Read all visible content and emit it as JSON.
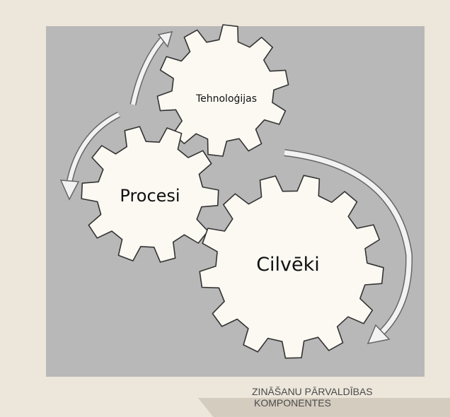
{
  "gears": {
    "tehnologijas": "Tehnoloģijas",
    "procesi": "Procesi",
    "cilveki": "Cilvēki"
  },
  "caption": {
    "line1": "ZINĀŠANU PĀRVALDĪBAS",
    "line2": "KOMPONENTES"
  },
  "colors": {
    "background": "#ece6db",
    "panel": "#b8b8b8",
    "gear_fill": "#fbf9f2",
    "footer_tab": "#d4ccbf",
    "caption_text": "#4a4a4a"
  },
  "icons": [
    "gear-icon",
    "curved-arrow-icon"
  ]
}
